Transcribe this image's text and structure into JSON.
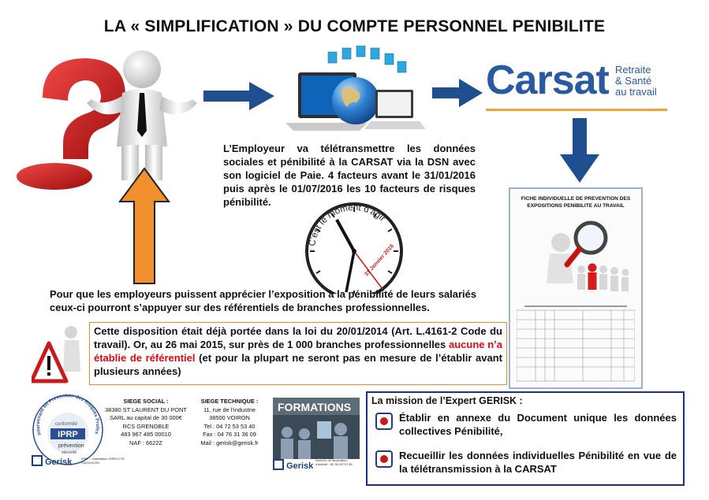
{
  "title": "LA « SIMPLIFICATION » DU COMPTE PERSONNEL PENIBILITE",
  "carsat": {
    "brand": "Carsat",
    "subtitle_lines": [
      "Retraite",
      "& Santé",
      "au travail"
    ]
  },
  "employer_text": "L’Employeur va télétransmettre les données sociales et pénibilité à la CARSAT via la DSN avec son logiciel de Paie. 4 facteurs avant le 31/01/2016 puis après le 01/07/2016 les 10 facteurs de risques pénibilité.",
  "clock": {
    "arc_text": "C'est le moment d'agir",
    "date_text": "31 Janvier 2016"
  },
  "fiche": {
    "title": "FICHE INDIVIDUELLE DE PREVENTION DES EXPOSITIONS PENIBILITE AU TRAVAIL"
  },
  "employers_text": "Pour que les employeurs puissent apprécier l’exposition à la pénibilité de leurs salariés ceux-ci pourront s’appuyer sur des référentiels de branches professionnelles.",
  "orange_box": {
    "part1": "Cette disposition était déjà portée dans la loi du 20/01/2014 (Art. L.4161-2 Code du travail). Or, au 26 mai 2015, sur près de 1 000 branches professionnelles ",
    "highlight": "aucune n’a établie de référentiel",
    "part2": " (et pour la plupart ne seront pas en mesure de l’établir avant plusieurs années)"
  },
  "iprp": {
    "ring_text": "Intervenant en Prévention des Risques Professionnels",
    "label": "IPRP",
    "words": [
      "conformité",
      "prévention",
      "sécurité"
    ]
  },
  "siege_social": {
    "title": "SIEGE SOCIAL :",
    "lines": [
      "38380 ST LAURENT DU PONT",
      "SARL au capital de 30 000€",
      "RCS GRENOBLE",
      "483 967 485 00010",
      "NAF : 6622Z"
    ]
  },
  "siege_technique": {
    "title": "SIEGE TECHNIQUE :",
    "lines": [
      "11, rue de l’industrie",
      "38500 VOIRON",
      "Tel : 04 72 53 53 40",
      "Fax : 04 76 31 36 09",
      "Mail : gerisk@gerisk.fr"
    ]
  },
  "gerisk_left": "Gerisk",
  "gerisk_left_small": "IPRP – Habilitation DIRECCTE RA/2014/291",
  "formations": "FORMATIONS",
  "gerisk_right": "Gerisk",
  "gerisk_right_small": "Numéro de déclaration d'activité : 82 38 03713 38",
  "mission": {
    "title": "La mission de l’Expert GERISK :",
    "items": [
      "Établir en annexe du Document unique les données collectives Pénibilité,",
      "Recueillir les données individuelles Pénibilité en vue de la télétransmission à la CARSAT"
    ]
  },
  "colors": {
    "brand_blue": "#2a5aa0",
    "arrow_blue": "#1f4f8f",
    "orange": "#f08a2a",
    "red": "#e30613",
    "mission_border": "#1a2f8c"
  }
}
